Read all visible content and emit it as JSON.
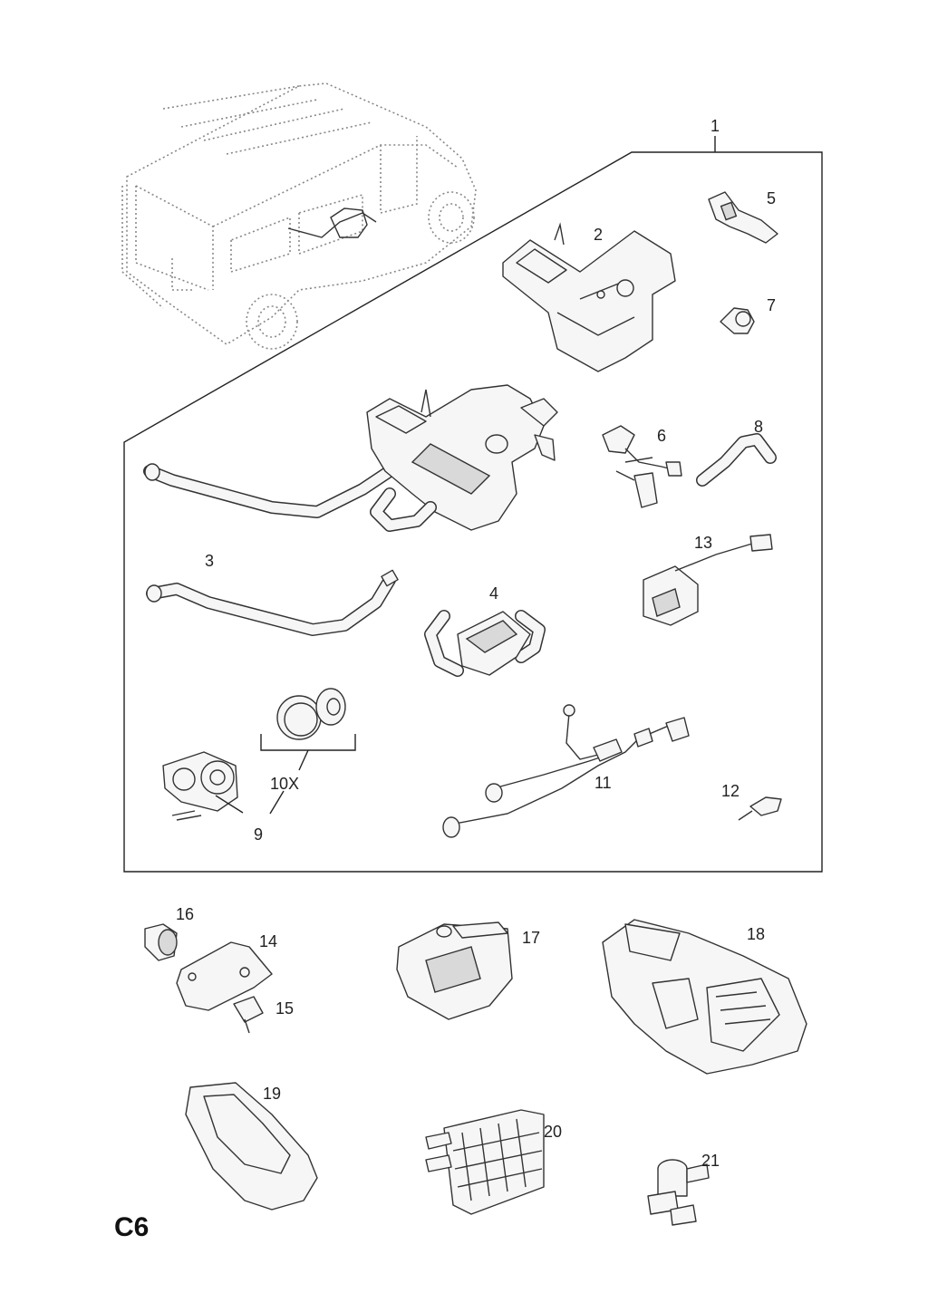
{
  "page_code": "C6",
  "callouts": {
    "c1": "1",
    "c2": "2",
    "c3": "3",
    "c4": "4",
    "c5": "5",
    "c6": "6",
    "c7": "7",
    "c8": "8",
    "c9": "9",
    "c10": "10X",
    "c11": "11",
    "c12": "12",
    "c13": "13",
    "c14": "14",
    "c15": "15",
    "c16": "16",
    "c17": "17",
    "c18": "18",
    "c19": "19",
    "c20": "20",
    "c21": "21"
  }
}
